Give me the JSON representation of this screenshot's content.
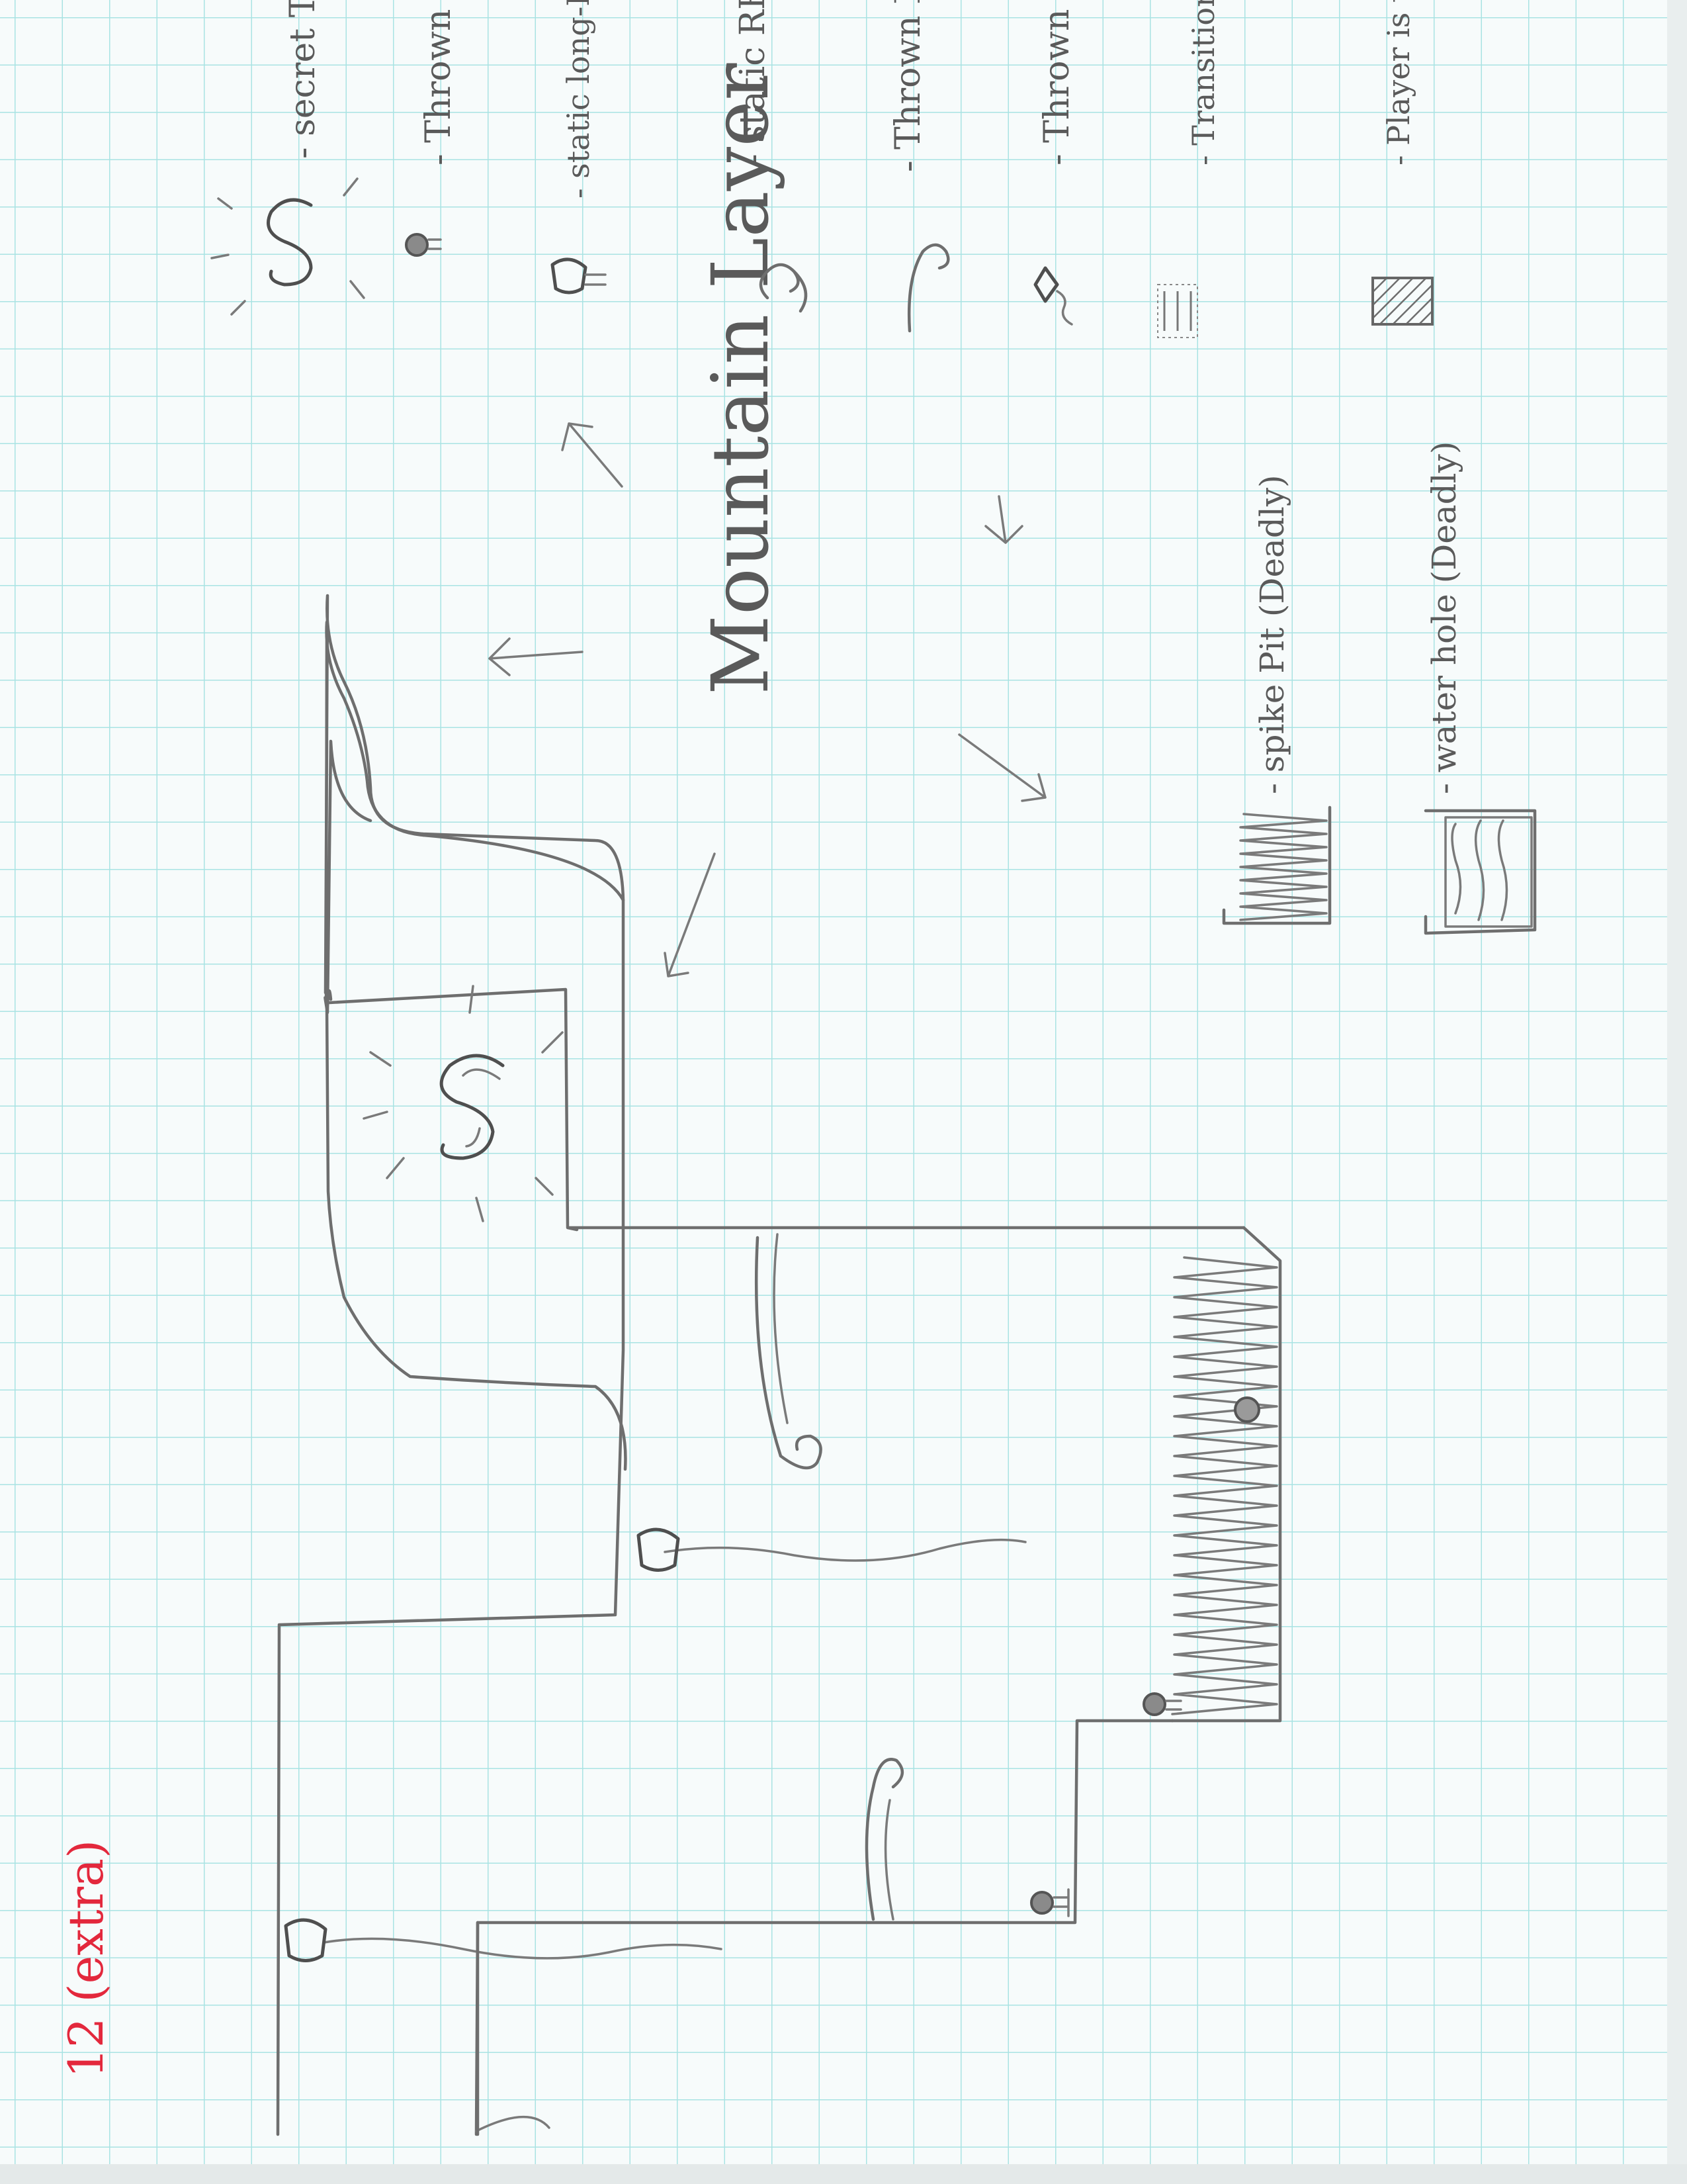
{
  "page_label": "12 (extra)",
  "title": "Mountain Layer",
  "legend": [
    {
      "key": "secret-treasure",
      "icon": "secret-treasure-icon",
      "text": "- secret Treasure"
    },
    {
      "key": "thrown-bm",
      "icon": "thrown-bm-icon",
      "text": "- Thrown BM"
    },
    {
      "key": "static-long-distance-bm",
      "icon": "static-long-distance-bm-icon",
      "text": "- static long-Distance BM"
    },
    {
      "key": "static-rb",
      "icon": "static-rb-icon",
      "text": "- static RB"
    },
    {
      "key": "thrown-rb",
      "icon": "thrown-rb-icon",
      "text": "- Thrown RB"
    },
    {
      "key": "thrown-gv",
      "icon": "thrown-gv-icon",
      "text": "- Thrown GV"
    },
    {
      "key": "transition",
      "icon": "transition-between-backgrounds-icon",
      "text": "- Transition between Backgrounds"
    },
    {
      "key": "no-plant",
      "icon": "hatched-block-icon",
      "text": "- Player is unable to plant on"
    }
  ],
  "hazards": [
    {
      "key": "spike-pit",
      "icon": "spike-pit-icon",
      "text": "- spike Pit (Deadly)"
    },
    {
      "key": "water-hole",
      "icon": "water-hole-icon",
      "text": "- water hole (Deadly)"
    }
  ],
  "colors": {
    "grid": "#a9e3e3",
    "paper": "#f7fbfb",
    "pencil": "#6e6e6e",
    "ink_red": "#e3283c"
  }
}
